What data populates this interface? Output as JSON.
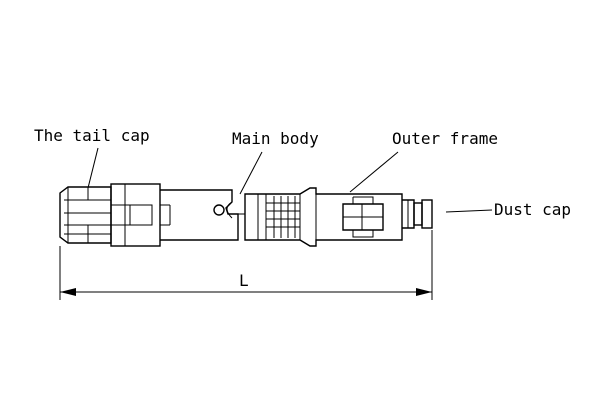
{
  "labels": {
    "tail_cap": "The tail cap",
    "main_body": "Main body",
    "outer_frame": "Outer frame",
    "dust_cap": "Dust cap",
    "length": "L"
  },
  "colors": {
    "stroke": "#000000",
    "background": "#ffffff"
  }
}
